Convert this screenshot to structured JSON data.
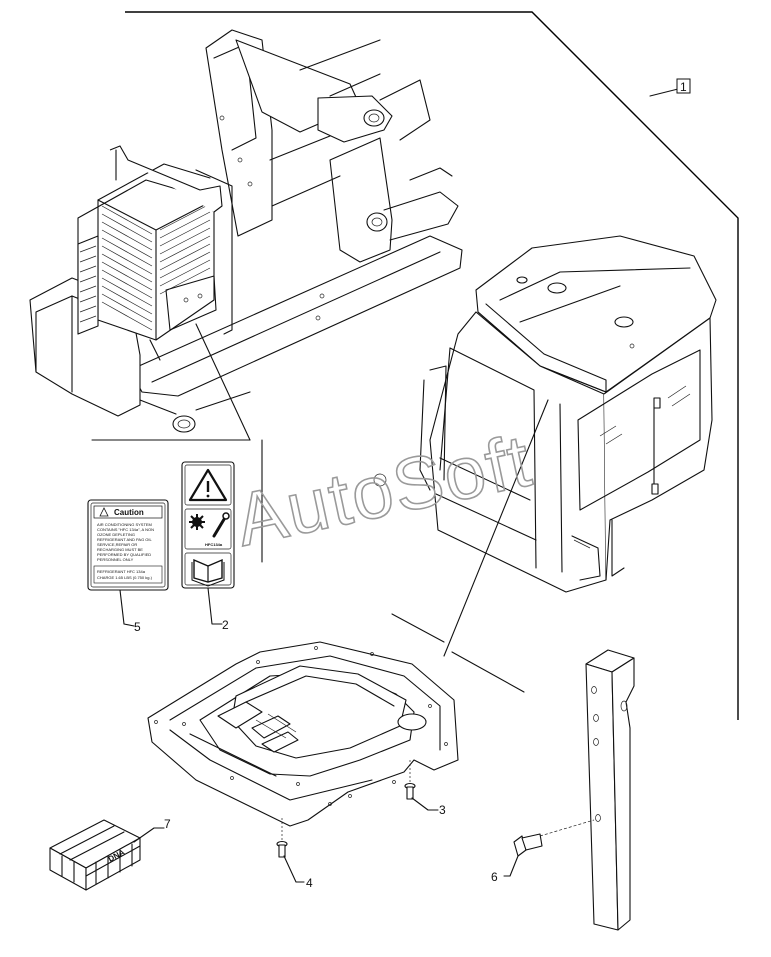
{
  "callouts": {
    "c1": "1",
    "c2": "2",
    "c3": "3",
    "c4": "4",
    "c5": "5",
    "c6": "6",
    "c7": "7"
  },
  "decal_caution": {
    "title": "Caution",
    "body_lines": [
      "AIR CONDITIONING SYSTEM",
      "CONTAINS \"HFC 134a\", A NON",
      "OZONE DEPLETING",
      "REFRIGERANT AND PAG OIL",
      "SERVICE,REPAIR OR",
      "RECHARGING MUST BE",
      "PERFORMED BY QUALIFIED",
      "PERSONNEL ONLY"
    ],
    "footer_lines": [
      "REFRIGERANT HFC 134a",
      "CHARGE 1.65 LBS (0.750 kg.)"
    ]
  },
  "decal_warning": {
    "refrigerant_label": "HFC134a"
  },
  "crate_label": "DNA",
  "watermark": "AutoSoft"
}
